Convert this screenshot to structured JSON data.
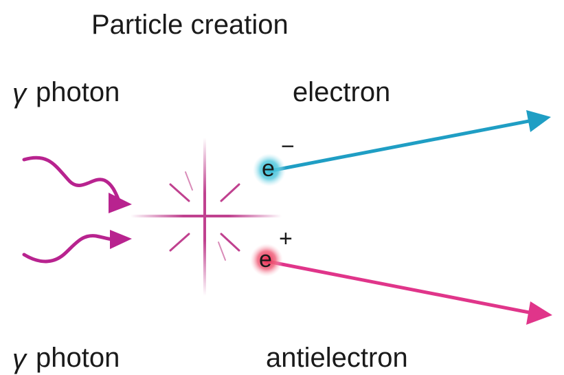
{
  "title": "Particle creation",
  "labels": {
    "photon_top": "photon",
    "photon_bottom": "photon",
    "electron": "electron",
    "antielectron": "antielectron",
    "gamma_symbol": "γ"
  },
  "particles": {
    "electron_symbol": "e",
    "electron_sign": "−",
    "positron_symbol": "e",
    "positron_sign": "+"
  },
  "colors": {
    "photon": "#b8238f",
    "burst": "#c0418f",
    "electron_arrow": "#1f9ec4",
    "electron_glow": "#2fb9d3",
    "positron_arrow": "#e0358a",
    "positron_glow": "#e8284f"
  }
}
